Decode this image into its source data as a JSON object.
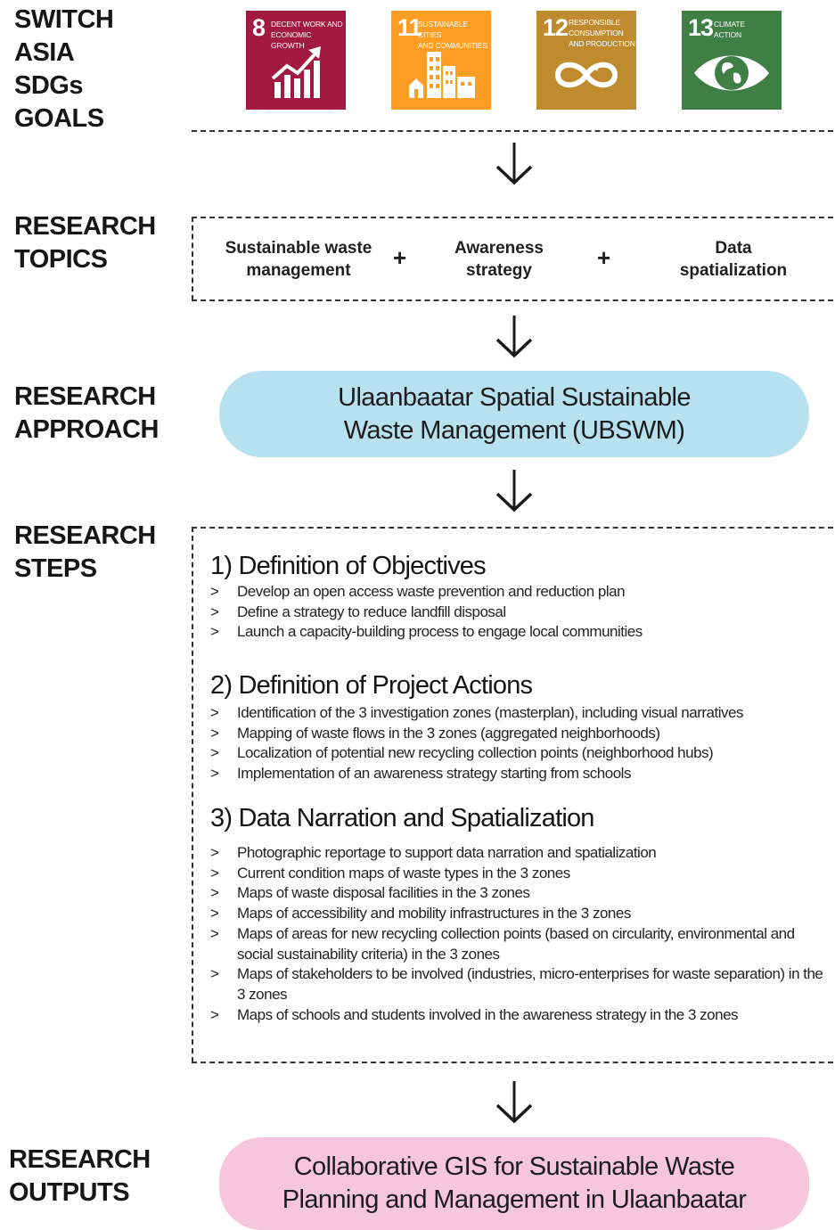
{
  "sections": {
    "goals": [
      "SWITCH",
      "ASIA",
      "SDGs",
      "GOALS"
    ],
    "topics": [
      "RESEARCH",
      "TOPICS"
    ],
    "approach": [
      "RESEARCH",
      "APPROACH"
    ],
    "steps": [
      "RESEARCH",
      "STEPS"
    ],
    "outputs": [
      "RESEARCH",
      "OUTPUTS"
    ]
  },
  "sdgs": [
    {
      "number": "8",
      "lines": [
        "DECENT WORK AND",
        "ECONOMIC GROWTH"
      ],
      "color": "#a21942",
      "icon": "growth-chart-icon"
    },
    {
      "number": "11",
      "lines": [
        "SUSTAINABLE CITIES",
        "AND COMMUNITIES"
      ],
      "color": "#fd9d24",
      "icon": "city-buildings-icon"
    },
    {
      "number": "12",
      "lines": [
        "RESPONSIBLE",
        "CONSUMPTION",
        "AND PRODUCTION"
      ],
      "color": "#bf8b2e",
      "icon": "infinity-icon"
    },
    {
      "number": "13",
      "lines": [
        "CLIMATE",
        "ACTION"
      ],
      "color": "#3f7e44",
      "icon": "eye-globe-icon"
    }
  ],
  "topics": [
    [
      "Sustainable waste",
      "management"
    ],
    [
      "Awareness",
      "strategy"
    ],
    [
      "Data",
      "spatialization"
    ]
  ],
  "plus_symbol": "+",
  "chevron": ">",
  "approach": [
    "Ulaanbaatar Spatial Sustainable",
    "Waste Management (UBSWM)"
  ],
  "steps": [
    {
      "title": "1)  Definition of Objectives",
      "items": [
        "Develop an open access waste prevention and reduction plan",
        "Define a strategy to reduce landfill disposal",
        "Launch a capacity-building process to engage local communities"
      ]
    },
    {
      "title": "2) Definition of Project Actions",
      "items": [
        "Identification of the 3 investigation zones (masterplan), including visual narratives",
        "Mapping of waste flows in the 3 zones (aggregated neighborhoods)",
        "Localization of potential new recycling collection points (neighborhood hubs)",
        "Implementation of an awareness strategy starting from schools"
      ]
    },
    {
      "title": "3) Data Narration and Spatialization",
      "items": [
        "Photographic reportage to support data narration and spatialization",
        "Current condition maps of waste types in the 3 zones",
        "Maps of waste disposal facilities in the 3 zones",
        "Maps of accessibility and mobility infrastructures in the 3 zones",
        "Maps of areas for new recycling collection points (based on circularity, environmental and social sustainability criteria) in the 3 zones",
        "Maps of stakeholders to be involved (industries, micro-enterprises for waste separation) in the 3 zones",
        "Maps of schools and students involved in the awareness strategy in the 3 zones"
      ]
    }
  ],
  "outputs": [
    "Collaborative GIS for Sustainable Waste",
    "Planning and Management in Ulaanbaatar"
  ]
}
